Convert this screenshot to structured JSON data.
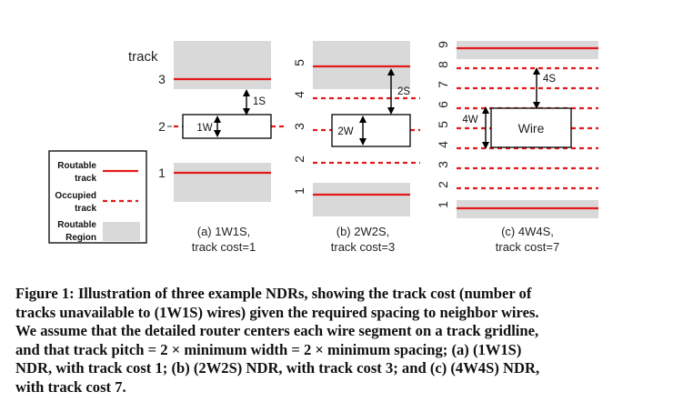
{
  "diagram": {
    "track_axis_label": "track",
    "panel_a": {
      "tracks": [
        "1",
        "2",
        "3"
      ],
      "wire_width_label": "1W",
      "spacing_label": "1S",
      "caption_line1": "(a) 1W1S,",
      "caption_line2": "track cost=1"
    },
    "panel_b": {
      "tracks": [
        "1",
        "2",
        "3",
        "4",
        "5"
      ],
      "wire_width_label": "2W",
      "spacing_label": "2S",
      "caption_line1": "(b) 2W2S,",
      "caption_line2": "track cost=3"
    },
    "panel_c": {
      "tracks": [
        "1",
        "2",
        "3",
        "4",
        "5",
        "6",
        "7",
        "8",
        "9"
      ],
      "wire_width_label": "4W",
      "spacing_label": "4S",
      "wire_label": "Wire",
      "caption_line1": "(c) 4W4S,",
      "caption_line2": "track cost=7"
    },
    "legend": {
      "routable_track": [
        "Routable",
        "track"
      ],
      "occupied_track": [
        "Occupied",
        "track"
      ],
      "routable_region": [
        "Routable",
        "Region"
      ]
    },
    "colors": {
      "track_line": "#e31a1c",
      "routable_region": "#d9d9d9",
      "wire_outline": "#000000"
    }
  },
  "caption": {
    "lines": [
      "Figure 1: Illustration of three example NDRs, showing the track cost (number of",
      "tracks unavailable to (1W1S) wires) given the required spacing to neighbor wires.",
      "We assume that the detailed router centers each wire segment on a track gridline,",
      "and that track pitch = 2 × minimum width = 2 × minimum spacing; (a) (1W1S)",
      "NDR, with track cost 1; (b) (2W2S) NDR, with track cost 3; and (c) (4W4S) NDR,",
      "with track cost 7."
    ]
  }
}
